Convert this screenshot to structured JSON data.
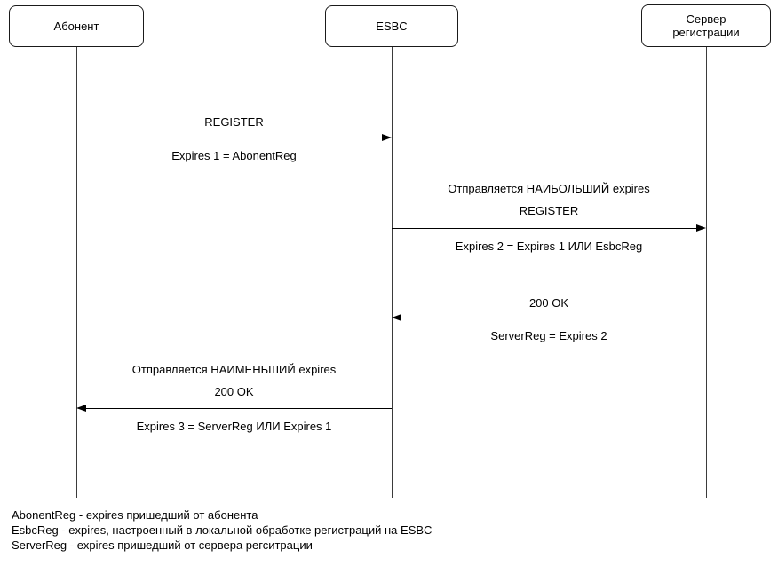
{
  "diagram": {
    "title_hint": "SIP REGISTER expires negotiation sequence",
    "actors": [
      {
        "id": "abonent",
        "label": "Абонент"
      },
      {
        "id": "esbc",
        "label": "ESBC"
      },
      {
        "id": "reg-server",
        "label": "Сервер регистрации"
      }
    ],
    "messages": [
      {
        "from": "Абонент",
        "to": "ESBC",
        "direction": "right",
        "labels_above": [
          "REGISTER"
        ],
        "labels_below": [
          "Expires 1 = AbonentReg"
        ]
      },
      {
        "from": "ESBC",
        "to": "Сервер регистрации",
        "direction": "right",
        "labels_above": [
          "Отправляется НАИБОЛЬШИЙ expires",
          "REGISTER"
        ],
        "labels_below": [
          "Expires 2 = Expires 1 ИЛИ EsbcReg"
        ]
      },
      {
        "from": "Сервер регистрации",
        "to": "ESBC",
        "direction": "left",
        "labels_above": [
          "200 OK"
        ],
        "labels_below": [
          "ServerReg = Expires 2"
        ]
      },
      {
        "from": "ESBC",
        "to": "Абонент",
        "direction": "left",
        "labels_above": [
          "Отправляется НАИМЕНЬШИЙ expires",
          "200 OK"
        ],
        "labels_below": [
          "Expires 3 = ServerReg ИЛИ Expires 1"
        ]
      }
    ],
    "footnotes": [
      "AbonentReg - expires пришедший от абонента",
      "EsbcReg - expires, настроенный в локальной обработке регистраций на ESBC",
      "ServerReg - expires пришедший от сервера регситрации"
    ],
    "colors": {
      "background": "#ffffff",
      "stroke": "#000000",
      "lifeline": "#3b3b3b",
      "text": "#000000"
    }
  }
}
